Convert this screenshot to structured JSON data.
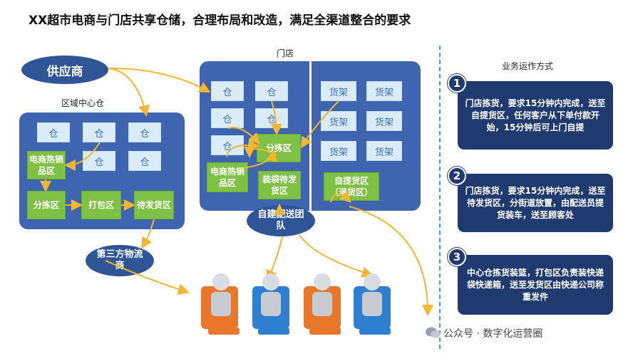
{
  "title": "XX超市电商与门店共享仓储，合理布局和改造，满足全渠道整合的要求",
  "supplier": "供应商",
  "regional_dc": {
    "label": "区域中心仓",
    "cells": [
      "仓",
      "仓",
      "仓",
      "仓",
      "仓"
    ],
    "hot_zone": "电商热销品区",
    "sort": "分拣区",
    "pack": "打包区",
    "ship_wait": "待发货区"
  },
  "store": {
    "label": "门店",
    "cells": [
      "仓",
      "仓",
      "仓",
      "仓",
      "仓"
    ],
    "sort": "分拣区",
    "hot_zone": "电商热销品区",
    "bag_wait": "装袋待发货区",
    "shelves": [
      "货架",
      "货架",
      "货架",
      "货架",
      "货架",
      "货架"
    ],
    "pickup": "自提货区（退货区）"
  },
  "self_delivery": "自建配送团队",
  "third_party": "第三方物流商",
  "ops": {
    "heading": "业务运作方式",
    "items": [
      {
        "num": "1",
        "text": "门店拣货，要求15分钟内完成，送至自提货区，任何客户从下单付款开始，15分钟后可上门自提"
      },
      {
        "num": "2",
        "text": "门店拣货，要求15分钟内完成，送至待发货区，分街道放置，由配送员提货装车，送至顾客处"
      },
      {
        "num": "3",
        "text": "中心仓拣货装篮，打包区负责装快递袋快递箱，送至发货区由快递公司称重发件"
      }
    ]
  },
  "watermark": "公众号 · 数字化运营圈",
  "colors": {
    "panel": "#3f64b0",
    "green": "#7ec144",
    "oval": "#2f5597",
    "card": "#1f3a6e",
    "arrow": "#f2b632"
  }
}
